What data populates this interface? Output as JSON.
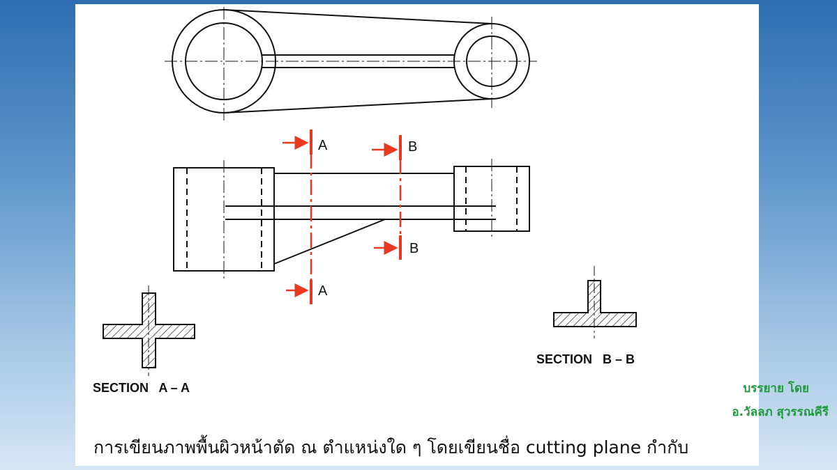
{
  "cutting_plane_a": {
    "top_label": "A",
    "bottom_label": "A"
  },
  "cutting_plane_b": {
    "top_label": "B",
    "bottom_label": "B"
  },
  "section_a": {
    "title": "SECTION   A – A"
  },
  "section_b": {
    "title": "SECTION   B – B"
  },
  "caption": "การเขียนภาพพื้นผิวหน้าตัด ณ ตำแหน่งใด ๆ โดยเขียนชื่อ cutting plane กำกับ",
  "credit": {
    "line1": "บรรยาย โดย",
    "line2": "อ.วัลลภ สุวรรณคีรี"
  },
  "colors": {
    "cutting_plane": "#e8391f",
    "credit": "#1f9a3c",
    "line": "#111111"
  }
}
